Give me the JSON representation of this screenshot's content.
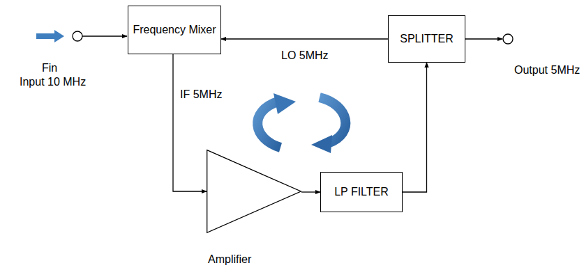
{
  "diagram": {
    "nodes": [
      {
        "text": [
          "Frequency Mixer"
        ]
      },
      {
        "text": [
          "SPLITTER"
        ]
      },
      {
        "text": [
          "Amplifier"
        ]
      },
      {
        "text": [
          "LP FILTER"
        ]
      }
    ],
    "edges": [
      {
        "from": 1,
        "to": 0,
        "arrow": "to",
        "label": "LO 5MHz"
      },
      {
        "from": 0,
        "to": 2,
        "arrow": "to",
        "label": "IF 5MHz"
      },
      {
        "from": 2,
        "to": 3,
        "arrow": "to"
      },
      {
        "from": 3,
        "to": 1,
        "arrow": "to"
      }
    ],
    "labels": [
      "Fin",
      "Input 10 MHz",
      "Output 5MHz"
    ]
  }
}
